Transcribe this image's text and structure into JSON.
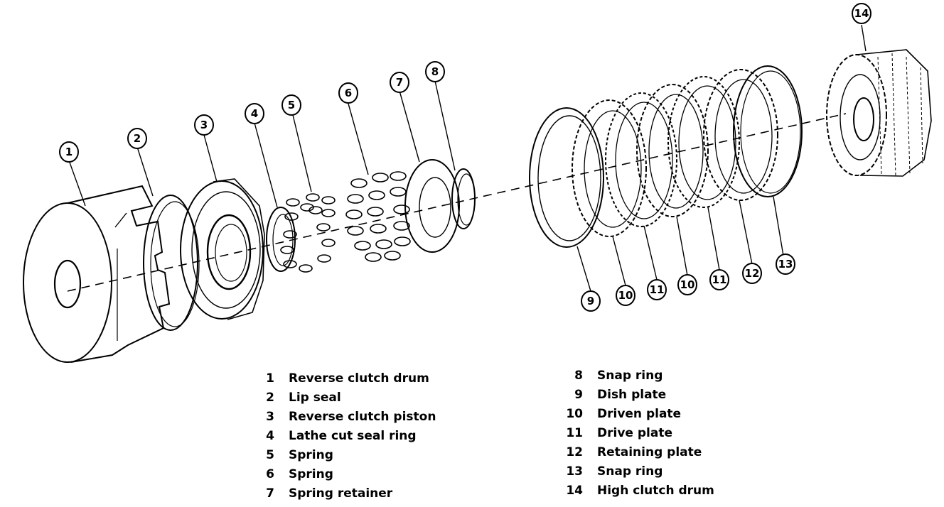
{
  "callouts": [
    "1",
    "2",
    "3",
    "4",
    "5",
    "6",
    "7",
    "8",
    "9",
    "10",
    "11",
    "10",
    "11",
    "12",
    "13",
    "14"
  ],
  "legend_left": [
    {
      "num": "1",
      "label": "Reverse clutch drum"
    },
    {
      "num": "2",
      "label": "Lip seal"
    },
    {
      "num": "3",
      "label": "Reverse clutch piston"
    },
    {
      "num": "4",
      "label": "Lathe cut seal ring"
    },
    {
      "num": "5",
      "label": "Spring"
    },
    {
      "num": "6",
      "label": "Spring"
    },
    {
      "num": "7",
      "label": "Spring retainer"
    }
  ],
  "legend_right": [
    {
      "num": "8",
      "label": "Snap ring"
    },
    {
      "num": "9",
      "label": "Dish plate"
    },
    {
      "num": "10",
      "label": "Driven plate"
    },
    {
      "num": "11",
      "label": "Drive plate"
    },
    {
      "num": "12",
      "label": "Retaining plate"
    },
    {
      "num": "13",
      "label": "Snap ring"
    },
    {
      "num": "14",
      "label": "High clutch drum"
    }
  ]
}
